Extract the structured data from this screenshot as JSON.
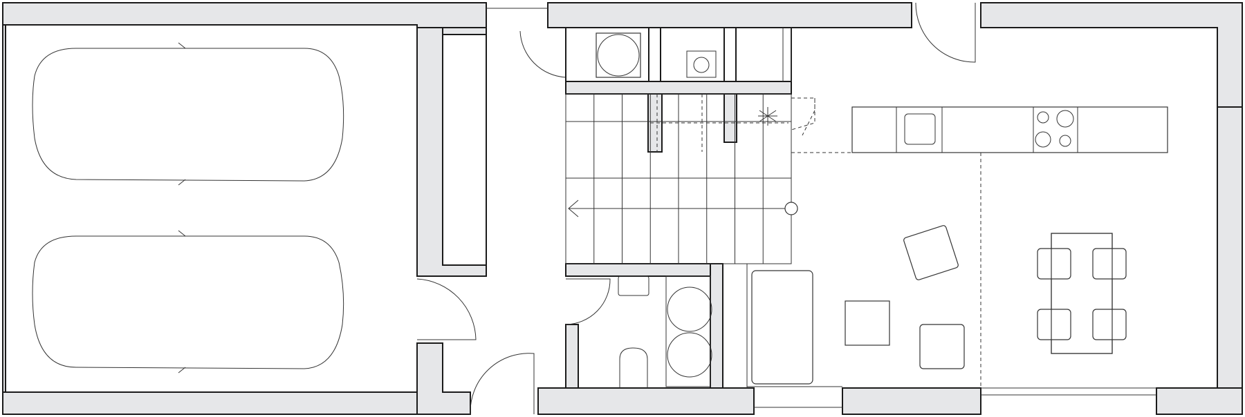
{
  "plan": {
    "rooms": [
      "garage",
      "entry-hall",
      "staircase",
      "bathroom",
      "living-area",
      "kitchen",
      "dining-area"
    ],
    "colors": {
      "wall_fill": "#e6e7e9",
      "line": "#1a1a1a",
      "background": "#ffffff"
    },
    "fixtures": {
      "cars": 2,
      "dining_chairs": 4,
      "cooktop_burners": 4,
      "washing_machines": 2,
      "stair_treads": 8
    }
  }
}
